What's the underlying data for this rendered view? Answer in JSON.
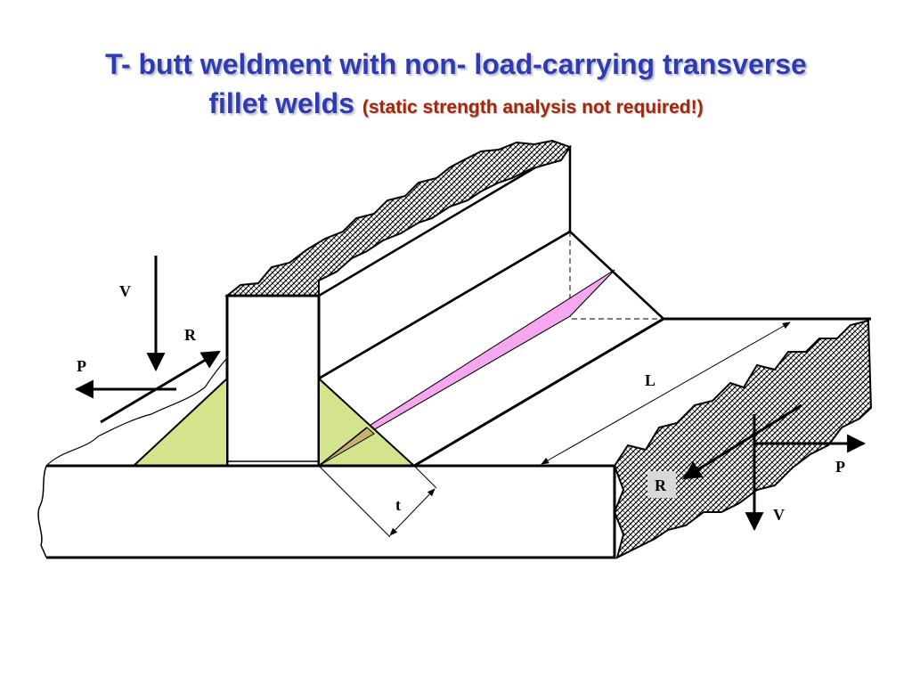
{
  "title": {
    "line1": "T- butt weldment with non- load-carrying transverse",
    "line2": "fillet welds",
    "note": "(static strength analysis not required!)"
  },
  "colors": {
    "title": "#2f3bb0",
    "note": "#a0280f",
    "weld_fill": "#d4e48c",
    "weld_root": "#f5a8f0",
    "label_box": "#d8d8d8"
  },
  "labels": {
    "V_left": "V",
    "R_left": "R",
    "P_left": "P",
    "L": "L",
    "t": "t",
    "R_right": "R",
    "P_right": "P",
    "V_right": "V"
  }
}
